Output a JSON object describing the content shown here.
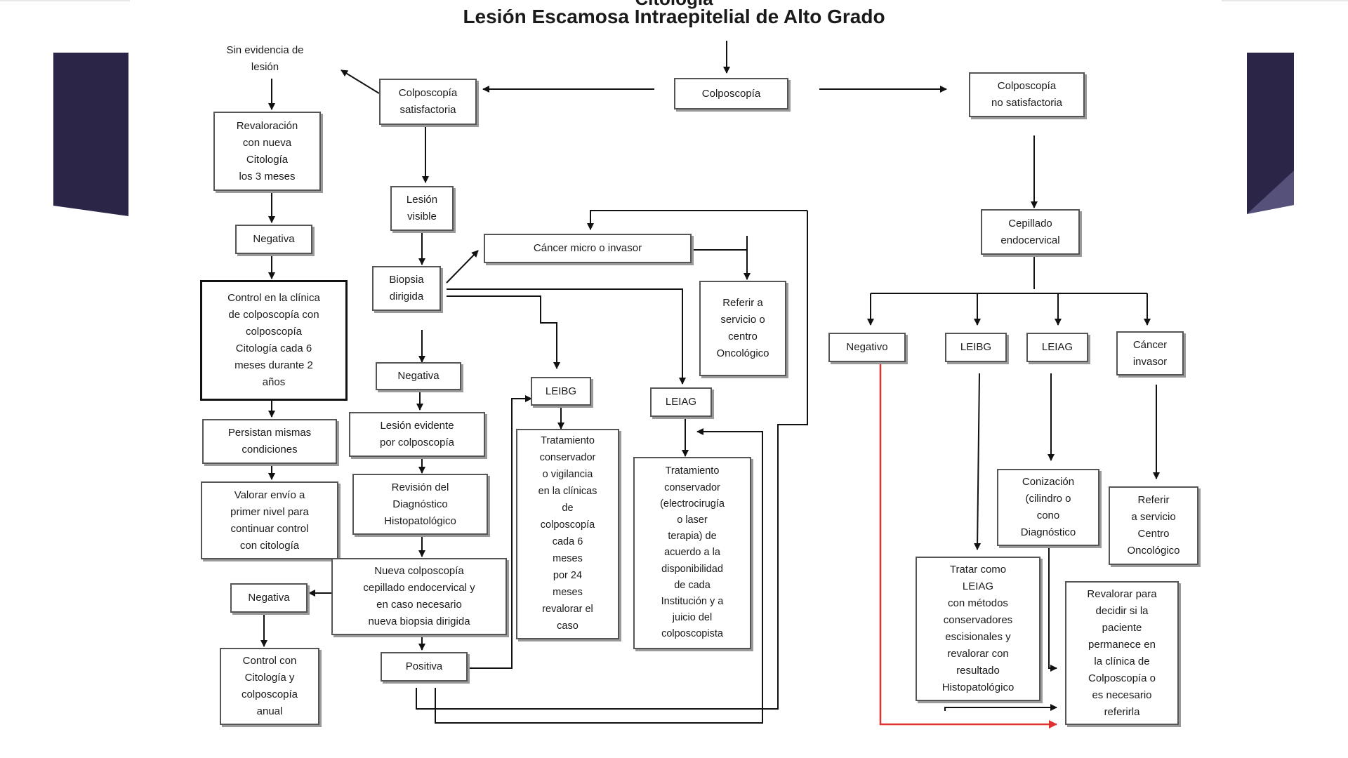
{
  "slide": {
    "title_top": "Citología",
    "title": "Lesión Escamosa Intraepitelial de Alto Grado"
  },
  "colors": {
    "deco_dark": "#2b2647",
    "deco_light": "#5a5680",
    "line": "#111111",
    "red_arrow": "#e03030"
  },
  "nodes": {
    "sin_evidencia": "Sin evidencia de\nlesión",
    "colposcopia": "Colposcopía",
    "colp_satisf": "Colposcopía\nsatisfactoria",
    "colp_no_satisf": "Colposcopía\nno satisfactoria",
    "revaloracion": "Revaloración\ncon nueva\nCitología\nlos 3 meses",
    "negativa_1": "Negativa",
    "control_clinica": "Control en la clínica\nde colposcopía con\ncolposcopía\nCitología  cada  6\nmeses durante  2\naños",
    "persistan": "Persistan mismas\ncondiciones",
    "valorar_envio": "Valorar envío a\nprimer nivel para\ncontinuar control\ncon citología",
    "negativa_4": "Negativa",
    "control_anual": "Control con\nCitología y\ncolposcopía\nanual",
    "lesion_visible": "Lesión\nvisible",
    "biopsia": "Biopsia\ndirigida",
    "cancer_micro": "Cáncer micro    o invasor",
    "referir_1": "Referir a\nservicio o\ncentro\nOncológico",
    "negativa_2": "Negativa",
    "lesion_evidente": "Lesión  evidente\npor colposcopía",
    "revision": "Revisión  del\nDiagnóstico\nHistopatológico",
    "nueva_colp": "Nueva colposcopía\ncepillado   endocervical     y\nen caso necesario\nnueva biopsia dirigida",
    "positiva": "Positiva",
    "leibg_1": "LEIBG",
    "trat_cons_1": "Tratamiento\nconservador\no vigilancia\nen la clínicas\nde\ncolposcopía\ncada 6\nmeses\npor 24\nmeses\nrevalorar el\ncaso",
    "leiag_1": "LEIAG",
    "trat_cons_2": "Tratamiento\nconservador\n(electrocirugía\no laser\nterapia) de\nacuerdo a la\ndisponibilidad\nde cada\nInstitución y a\njuicio del\ncolposcopista",
    "cepillado": "Cepillado\nendocervical",
    "negativo_r": "Negativo",
    "leibg_r": "LEIBG",
    "leiag_r": "LEIAG",
    "cancer_invasor": "Cáncer\ninvasor",
    "conizacion": "Conización\n(cilindro o\ncono\nDiagnóstico",
    "referir_2": "Referir\na servicio\nCentro\nOncológico",
    "tratar_leiag": "Tratar como\nLEIAG\ncon métodos\nconservadores\nescisionales     y\nrevalorar con\nresultado\nHistopatológico",
    "revalorar": "Revalorar para\ndecidir si la\npaciente\npermanece en\nla clínica de\nColposcopía o\nes necesario\nreferirla"
  }
}
